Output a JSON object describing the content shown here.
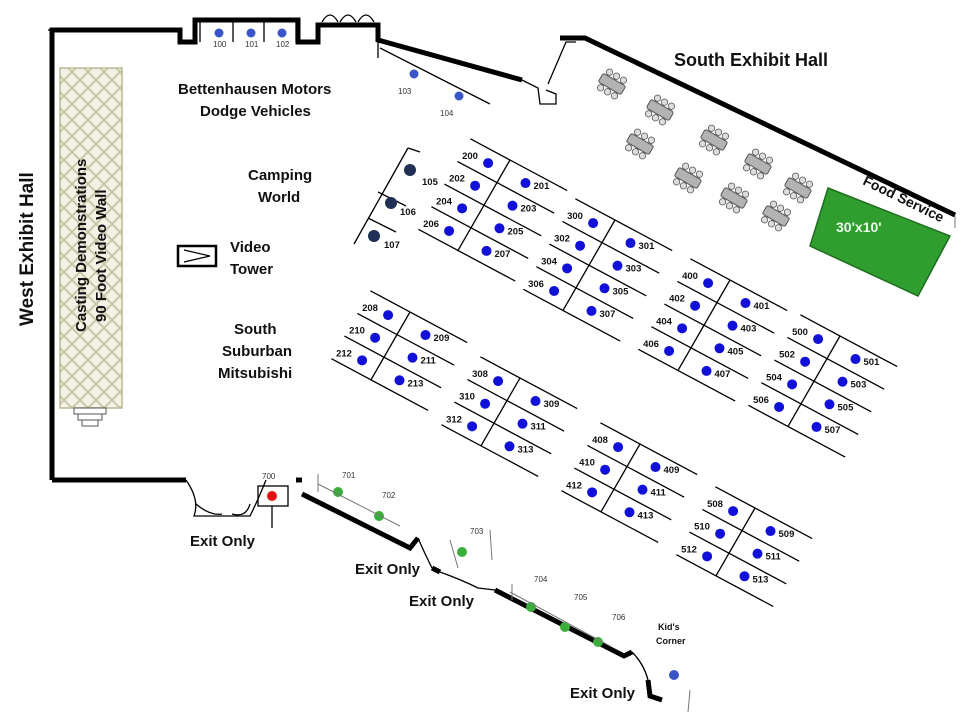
{
  "hall_labels": {
    "south_hall": "South Exhibit Hall",
    "west_hall": "West Exhibit Hall",
    "food_service": "Food Service",
    "food_area": "30'x10'"
  },
  "area_labels": {
    "casting": "Casting Demonstrations",
    "video_wall": "90 Foot Video Wall",
    "bettenhausen_1": "Bettenhausen Motors",
    "bettenhausen_2": "Dodge Vehicles",
    "camping_1": "Camping",
    "camping_2": "World",
    "video_tower_1": "Video",
    "video_tower_2": "Tower",
    "mitsubishi_1": "South",
    "mitsubishi_2": "Suburban",
    "mitsubishi_3": "Mitsubishi",
    "kids_1": "Kid's",
    "kids_2": "Corner"
  },
  "exits": [
    "Exit Only",
    "Exit Only",
    "Exit Only",
    "Exit Only"
  ],
  "colors": {
    "booth_dot": "#1010d8",
    "navy_dot": "#1f2f55",
    "top_booth_dot": "#3a55c8",
    "green_dot": "#3aad3a",
    "red_dot": "#e01010",
    "food_green": "#2f9e2f",
    "wall": "#000000"
  },
  "booths": {
    "top": [
      "100",
      "101",
      "102"
    ],
    "corner": [
      "103",
      "104"
    ],
    "navy": [
      "105",
      "106",
      "107"
    ],
    "block200": [
      "200",
      "201",
      "202",
      "203",
      "204",
      "205",
      "206",
      "207"
    ],
    "block210": [
      "208",
      "209",
      "210",
      "211",
      "212",
      "213"
    ],
    "block300": [
      "300",
      "301",
      "302",
      "303",
      "304",
      "305",
      "306",
      "307"
    ],
    "block308": [
      "308",
      "309",
      "310",
      "311",
      "312",
      "313"
    ],
    "block400": [
      "400",
      "401",
      "402",
      "403",
      "404",
      "405",
      "406",
      "407"
    ],
    "block408": [
      "408",
      "409",
      "410",
      "411",
      "412",
      "413"
    ],
    "block500": [
      "500",
      "501",
      "502",
      "503",
      "504",
      "505",
      "506",
      "507"
    ],
    "block508": [
      "508",
      "509",
      "510",
      "511",
      "512",
      "513"
    ],
    "green": [
      "701",
      "702",
      "703",
      "704",
      "705",
      "706"
    ],
    "red": "700"
  }
}
